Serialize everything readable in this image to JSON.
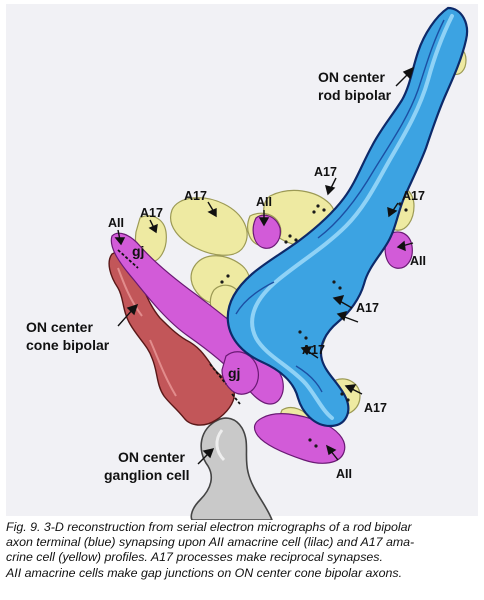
{
  "labels": {
    "on_center_rod_bipolar_line1": "ON center",
    "on_center_rod_bipolar_line2": "rod bipolar",
    "a17_top": "A17",
    "a17_upper_mid": "A17",
    "a17_right_top": "A17",
    "a17_left": "A17",
    "aii_top_mid": "AII",
    "aii_left": "AII",
    "aii_right": "AII",
    "gj_upper": "gj",
    "gj_lower": "gj",
    "on_center_cone_bipolar_line1": "ON center",
    "on_center_cone_bipolar_line2": "cone bipolar",
    "a17_right_mid": "A17",
    "a17_center_low": "A17",
    "a17_right_low": "A17",
    "on_center_ganglion_line1": "ON center",
    "on_center_ganglion_line2": "ganglion cell",
    "aii_bottom": "AII"
  },
  "caption": {
    "line1": "Fig. 9. 3-D reconstruction from serial electron micrographs of a rod bipolar",
    "line2": "axon terminal (blue) synapsing upon AII amacrine cell (lilac) and A17 ama-",
    "line3": "crine cell (yellow) profiles. A17 processes make reciprocal synapses.",
    "line4": "AII amacrine cells make gap junctions on ON center cone bipolar axons."
  },
  "colors": {
    "rod_bipolar": "#3aa0e0",
    "aii_amacrine": "#d060d8",
    "a17_amacrine": "#eeeaa0",
    "cone_bipolar": "#c4585a",
    "ganglion": "#c8c8c8",
    "background": "#f3f3f6"
  }
}
